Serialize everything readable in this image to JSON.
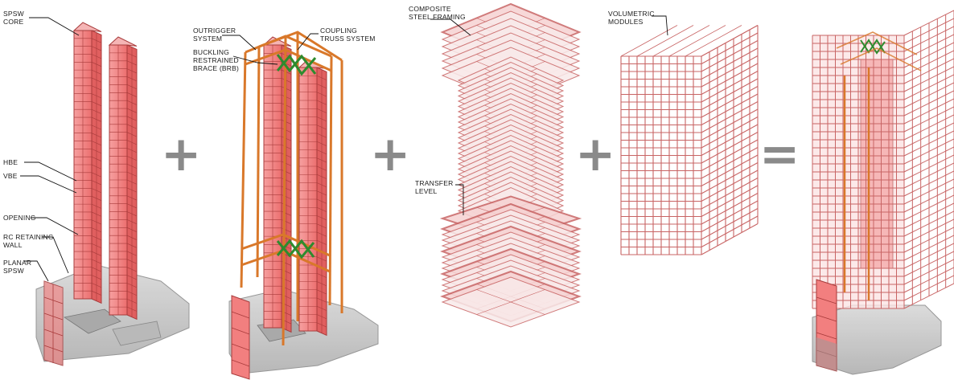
{
  "diagram": {
    "panel1_labels": {
      "spsw_core": [
        "SPSW",
        "CORE"
      ],
      "hbe": [
        "HBE"
      ],
      "vbe": [
        "VBE"
      ],
      "opening": [
        "OPENING"
      ],
      "rc_wall": [
        "RC RETAINING",
        "WALL"
      ],
      "planar_spsw": [
        "PLANAR",
        "SPSW"
      ]
    },
    "panel2_labels": {
      "outrigger": [
        "OUTRIGGER",
        "SYSTEM"
      ],
      "brb": [
        "BUCKLING",
        "RESTRAINED",
        "BRACE (BRB)"
      ],
      "coupling": [
        "COUPLING",
        "TRUSS SYSTEM"
      ]
    },
    "panel3_labels": {
      "composite": [
        "COMPOSITE",
        "STEEL FRAMING"
      ],
      "transfer": [
        "TRANSFER",
        "LEVEL"
      ]
    },
    "panel4_labels": {
      "volumetric": [
        "VOLUMETRIC",
        "MODULES"
      ]
    },
    "operators": [
      "+",
      "+",
      "+",
      "="
    ],
    "colors": {
      "core_fill": "#f27f7f",
      "core_stroke": "#a83b3b",
      "outrigger": "#d9782a",
      "brb": "#2e8b2e",
      "base_fill": "#c9c9c9",
      "base_stroke": "#8c8c8c",
      "frame": "#c86464",
      "operator": "#8a8a8a"
    }
  }
}
